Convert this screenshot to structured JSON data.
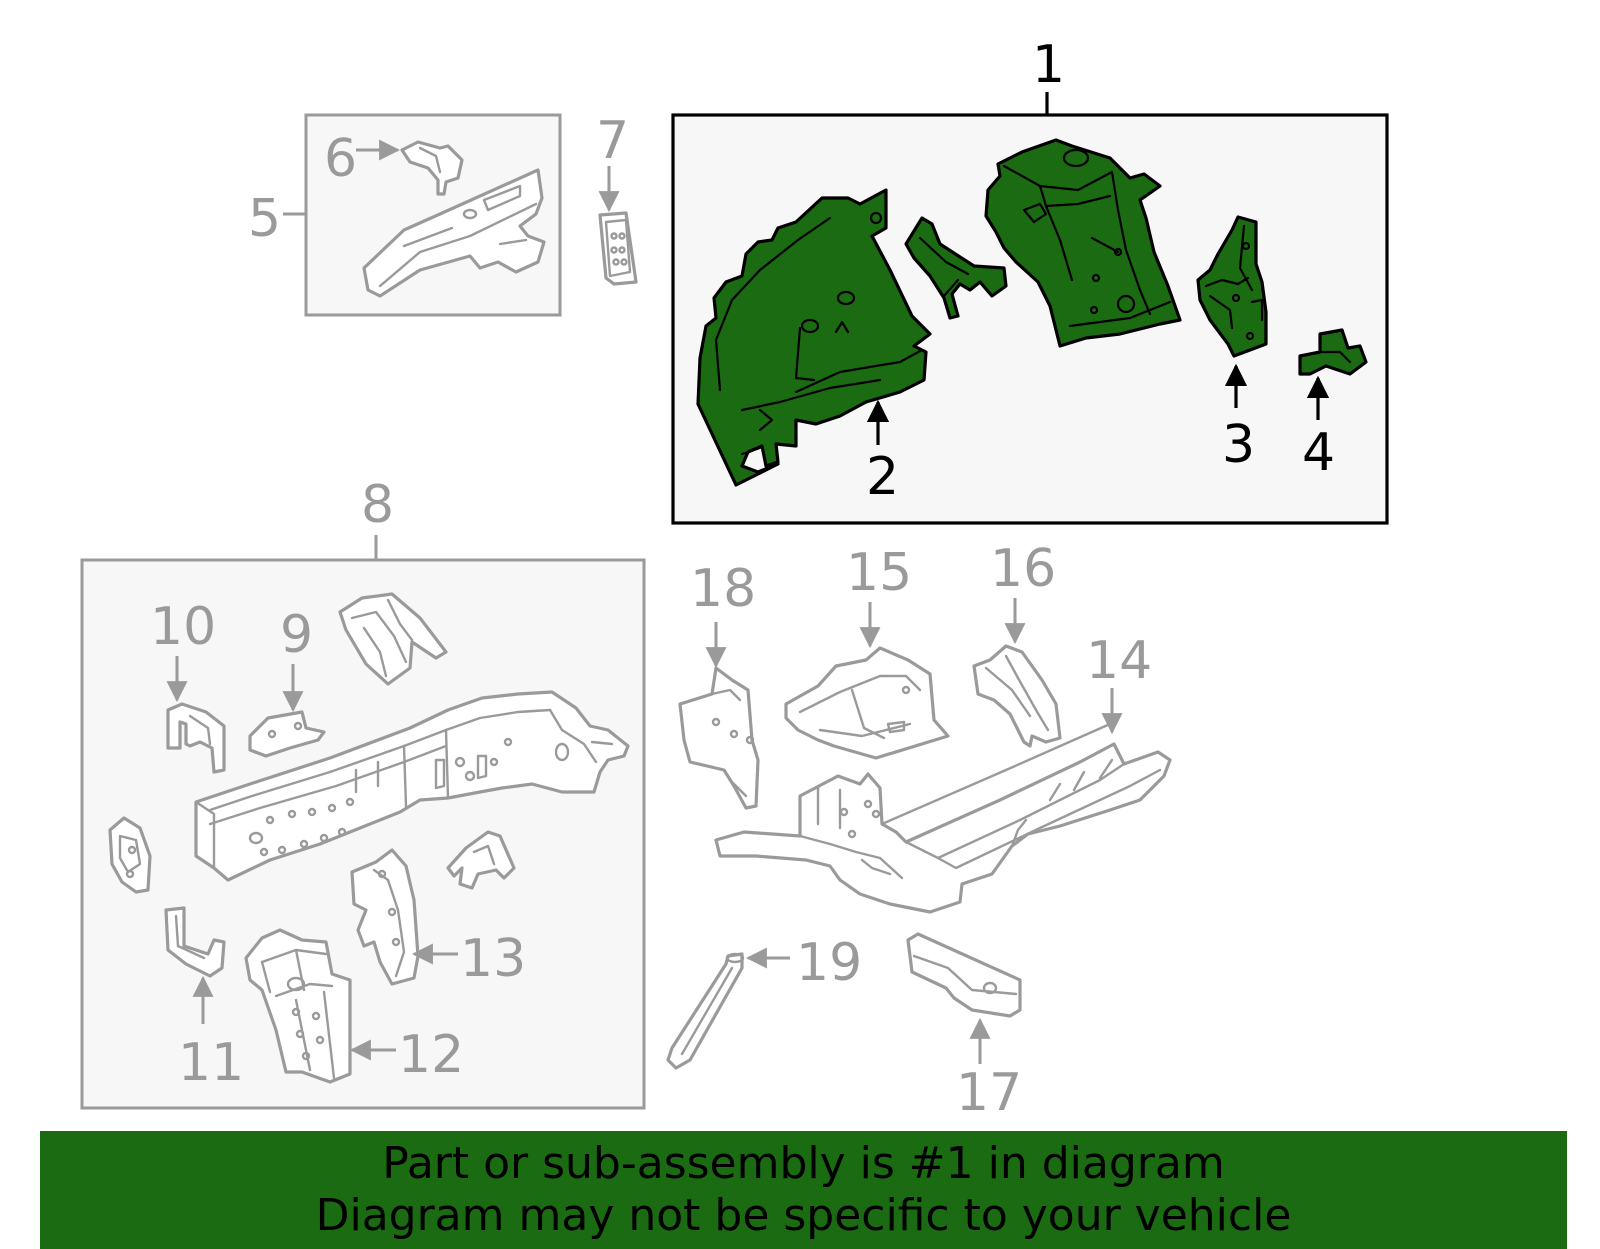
{
  "callouts": {
    "c1": "1",
    "c2": "2",
    "c3": "3",
    "c4": "4",
    "c5": "5",
    "c6": "6",
    "c7": "7",
    "c8": "8",
    "c9": "9",
    "c10": "10",
    "c11": "11",
    "c12": "12",
    "c13": "13",
    "c14": "14",
    "c15": "15",
    "c16": "16",
    "c17": "17",
    "c18": "18",
    "c19": "19"
  },
  "banner": {
    "line1": "Part or sub-assembly is #1 in diagram",
    "line2": "Diagram may not be specific to your vehicle"
  },
  "colors": {
    "highlight": "#1a6b12",
    "parts_gray": "#9a9a9a",
    "box_fill": "#f7f7f7"
  }
}
